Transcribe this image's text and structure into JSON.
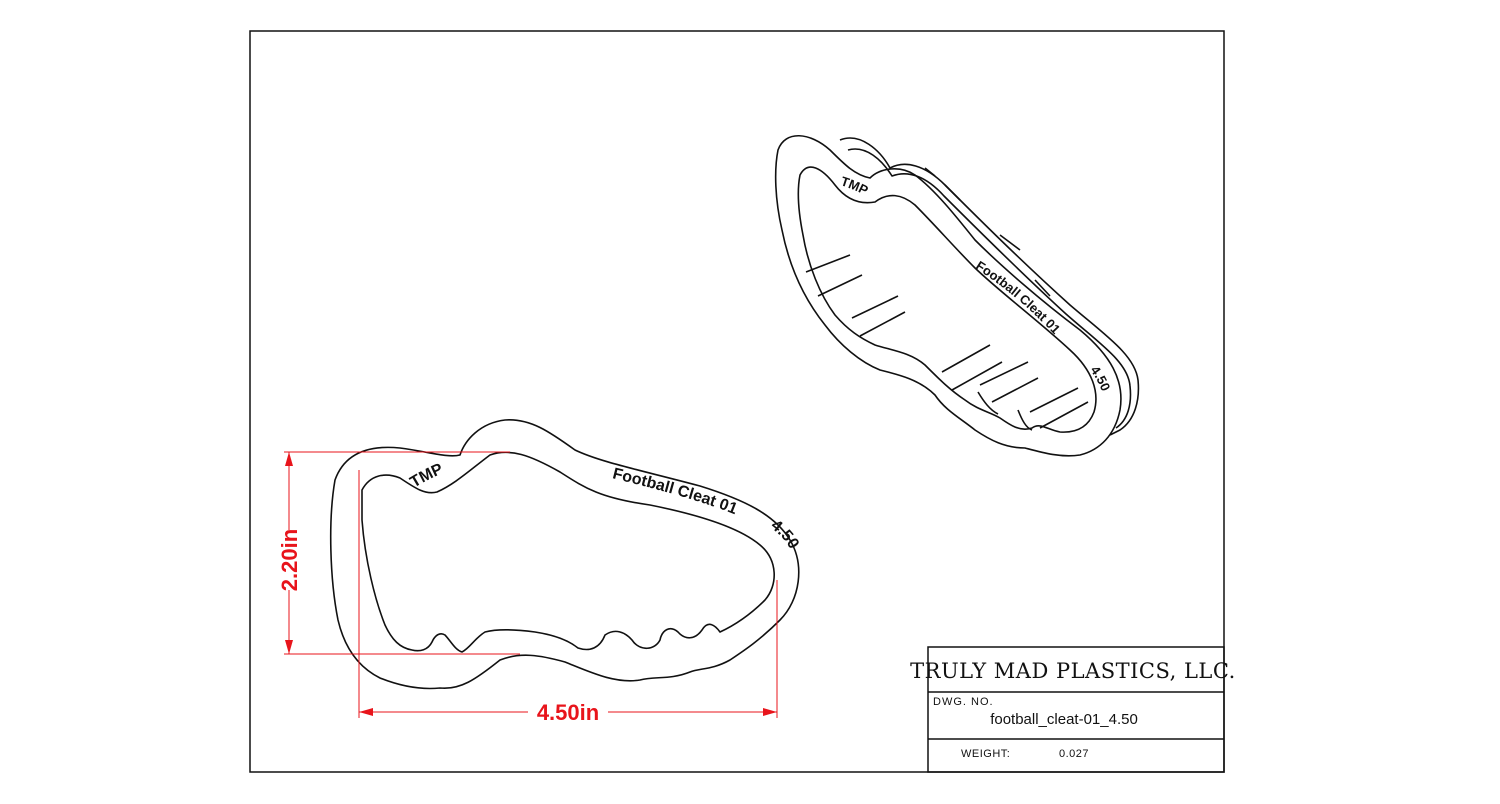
{
  "title_block": {
    "company": "TRULY MAD PLASTICS, LLC.",
    "dwg_no_label": "DWG. NO.",
    "dwg_no": "football_cleat-01_4.50",
    "weight_label": "WEIGHT:",
    "weight_value": "0.027"
  },
  "dimensions": {
    "width_label": "4.50in",
    "height_label": "2.20in",
    "color": "#e8141b"
  },
  "cutter_text": {
    "brand": "TMP",
    "name": "Football Cleat 01",
    "size": "4.50"
  }
}
